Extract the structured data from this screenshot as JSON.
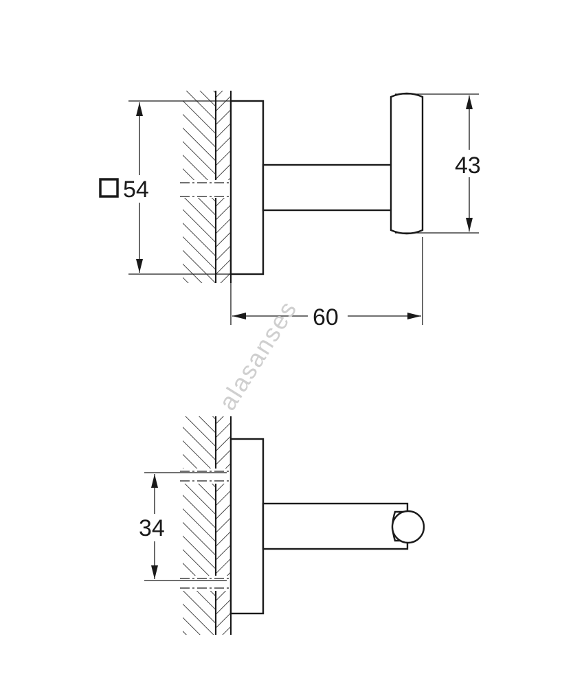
{
  "drawing": {
    "dimensions": {
      "square_size": "54",
      "height": "43",
      "depth": "60",
      "offset": "34"
    },
    "symbols": {
      "square": "square-symbol"
    },
    "watermark": "alasanses",
    "colors": {
      "line": "#1a1a1a",
      "background": "#ffffff",
      "watermark": "#cfcfcf"
    }
  }
}
